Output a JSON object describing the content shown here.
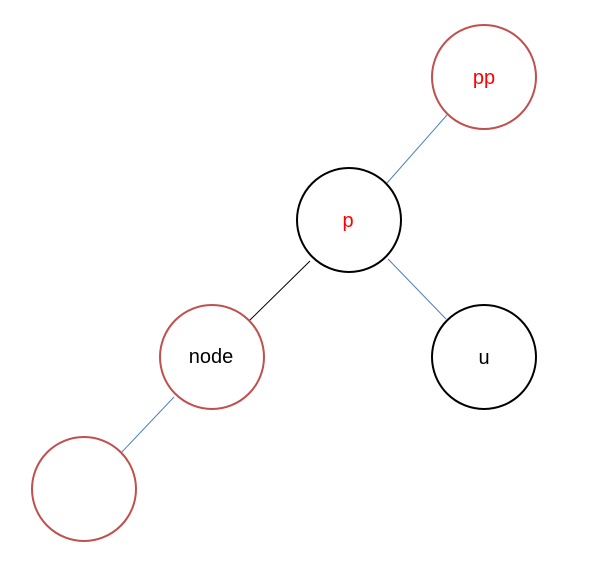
{
  "colors": {
    "red_stroke": "#c0504d",
    "black_stroke": "#000000",
    "red_text": "#ff0000",
    "black_text": "#000000",
    "blue_edge": "#4f81bd",
    "black_edge": "#000000"
  },
  "nodes": {
    "pp": {
      "label": "pp"
    },
    "p": {
      "label": "p"
    },
    "node": {
      "label": "node"
    },
    "u": {
      "label": "u"
    },
    "child": {
      "label": ""
    }
  }
}
